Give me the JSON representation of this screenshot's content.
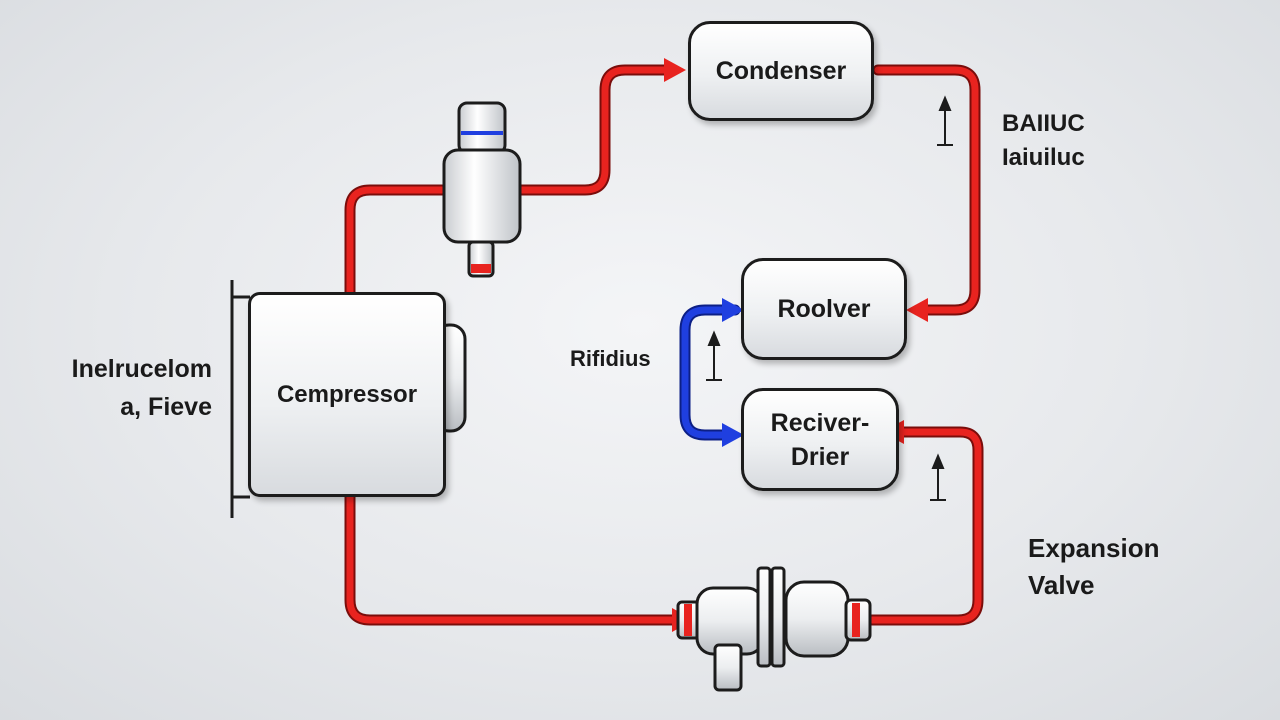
{
  "components": {
    "condenser": "Condenser",
    "compressor": "Cempressor",
    "receiver": "Roolver",
    "receiver_drier_line1": "Reciver-",
    "receiver_drier_line2": "Drier"
  },
  "labels": {
    "left_line1": "Inelrucelom",
    "left_line2": "a, Fieve",
    "top_right_line1": "BAIIUC",
    "top_right_line2": "Iaiuiluc",
    "middle": "Rifidius",
    "expansion_line1": "Expansion",
    "expansion_line2": "Valve"
  },
  "colors": {
    "high_pressure_line": "#e8231f",
    "low_pressure_line": "#1f3fe0",
    "box_border": "#1c1c1c"
  }
}
